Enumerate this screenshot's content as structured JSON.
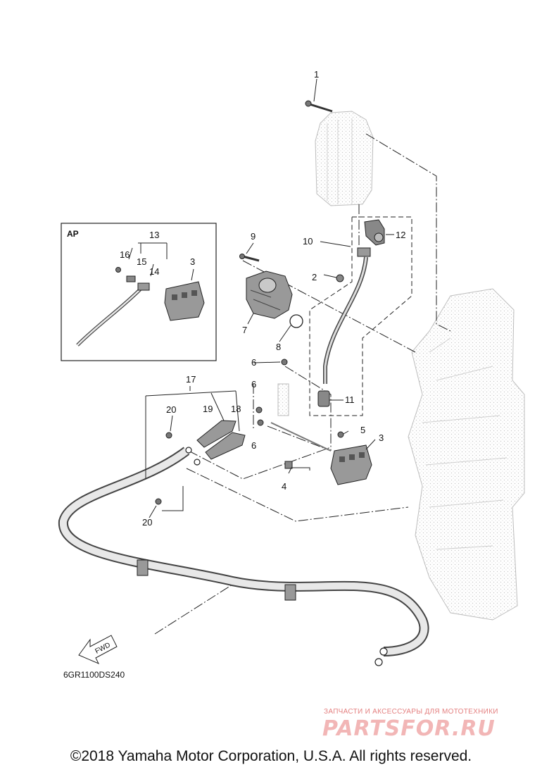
{
  "diagram": {
    "inset_label": "AP",
    "part_code": "6GR1100DS240",
    "fwd_label": "FWD",
    "callouts": {
      "c1": "1",
      "c2": "2",
      "c3": "3",
      "c4": "4",
      "c5": "5",
      "c6a": "6",
      "c6b": "6",
      "c6c": "6",
      "c7": "7",
      "c8": "8",
      "c9": "9",
      "c10": "10",
      "c11": "11",
      "c12": "12",
      "c17": "17",
      "c18": "18",
      "c19": "19",
      "c20a": "20",
      "c20b": "20",
      "ap3": "3",
      "ap13": "13",
      "ap14": "14",
      "ap15": "15",
      "ap16": "16"
    }
  },
  "watermark": {
    "tagline": "ЗАПЧАСТИ И АКСЕССУАРЫ ДЛЯ МОТОТЕХНИКИ",
    "brand": "PARTSFOR.RU"
  },
  "footer": {
    "copyright": "©2018 Yamaha Motor Corporation, U.S.A. All rights reserved."
  }
}
